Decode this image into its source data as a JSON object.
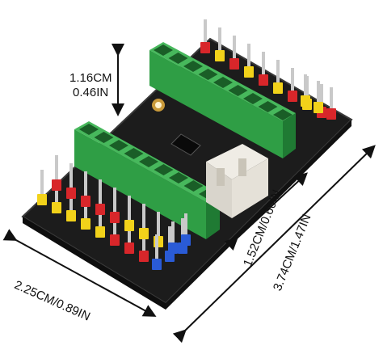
{
  "labels": {
    "height_cm": "1.16CM",
    "height_in": "0.46IN",
    "width": "2.25CM/0.89IN",
    "length": "3.74CM/1.47IN",
    "connector_spacing": "1.52CM/0.60IN"
  },
  "colors": {
    "board": "#1c1c1c",
    "board_edge": "#2a2a2a",
    "header_green": "#2f9e45",
    "header_green_dark": "#1f7a33",
    "pin_yellow": "#f2d21a",
    "pin_red": "#d8262a",
    "pin_blue": "#2a5bd6",
    "pin_metal": "#c9c9c9",
    "connector_white": "#e9e6df",
    "hole_gold": "#c99a3a"
  }
}
